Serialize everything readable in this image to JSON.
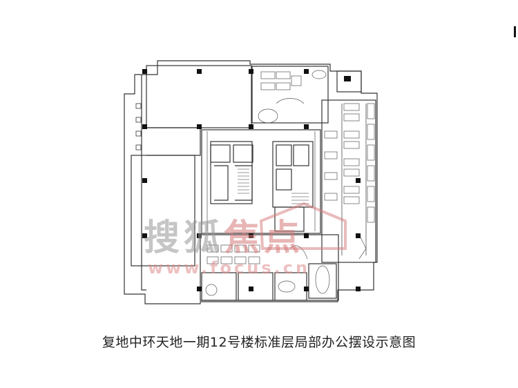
{
  "caption": "复地中环天地一期12号楼标准层局部办公摆设示意图",
  "watermark": {
    "part1": "搜狐",
    "part2": "焦点",
    "url": "www.focus.cn"
  },
  "colors": {
    "line": "#333333",
    "column": "#111111",
    "watermark_red": "#d67878",
    "watermark_gray": "#969696"
  }
}
